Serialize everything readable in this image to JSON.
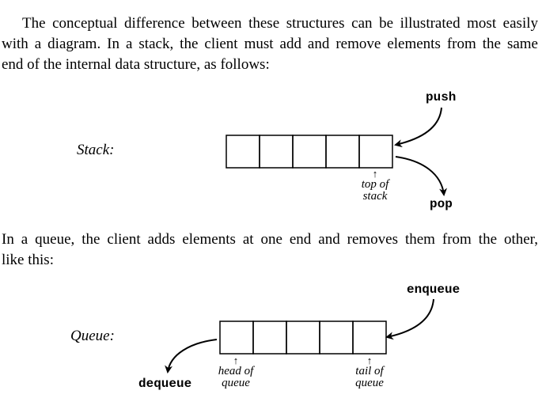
{
  "paragraph1": {
    "lines": [
      "The conceptual difference between these structures can be illustrated most easily",
      "with a diagram.  In a stack, the client must add and remove elements from the same",
      "end of the internal data structure, as follows:"
    ]
  },
  "stack_diagram": {
    "label": "Stack:",
    "cell_count": 5,
    "push_label": "push",
    "pop_label": "pop",
    "top_caption": [
      "top of",
      "stack"
    ],
    "arrow_glyph": "↑"
  },
  "paragraph2": {
    "lines": [
      "In a queue, the client adds elements at one end and removes them from the other,",
      "like this:"
    ]
  },
  "queue_diagram": {
    "label": "Queue:",
    "cell_count": 5,
    "enqueue_label": "enqueue",
    "dequeue_label": "dequeue",
    "head_caption": [
      "head of",
      "queue"
    ],
    "tail_caption": [
      "tail of",
      "queue"
    ],
    "arrow_glyph": "↑"
  }
}
